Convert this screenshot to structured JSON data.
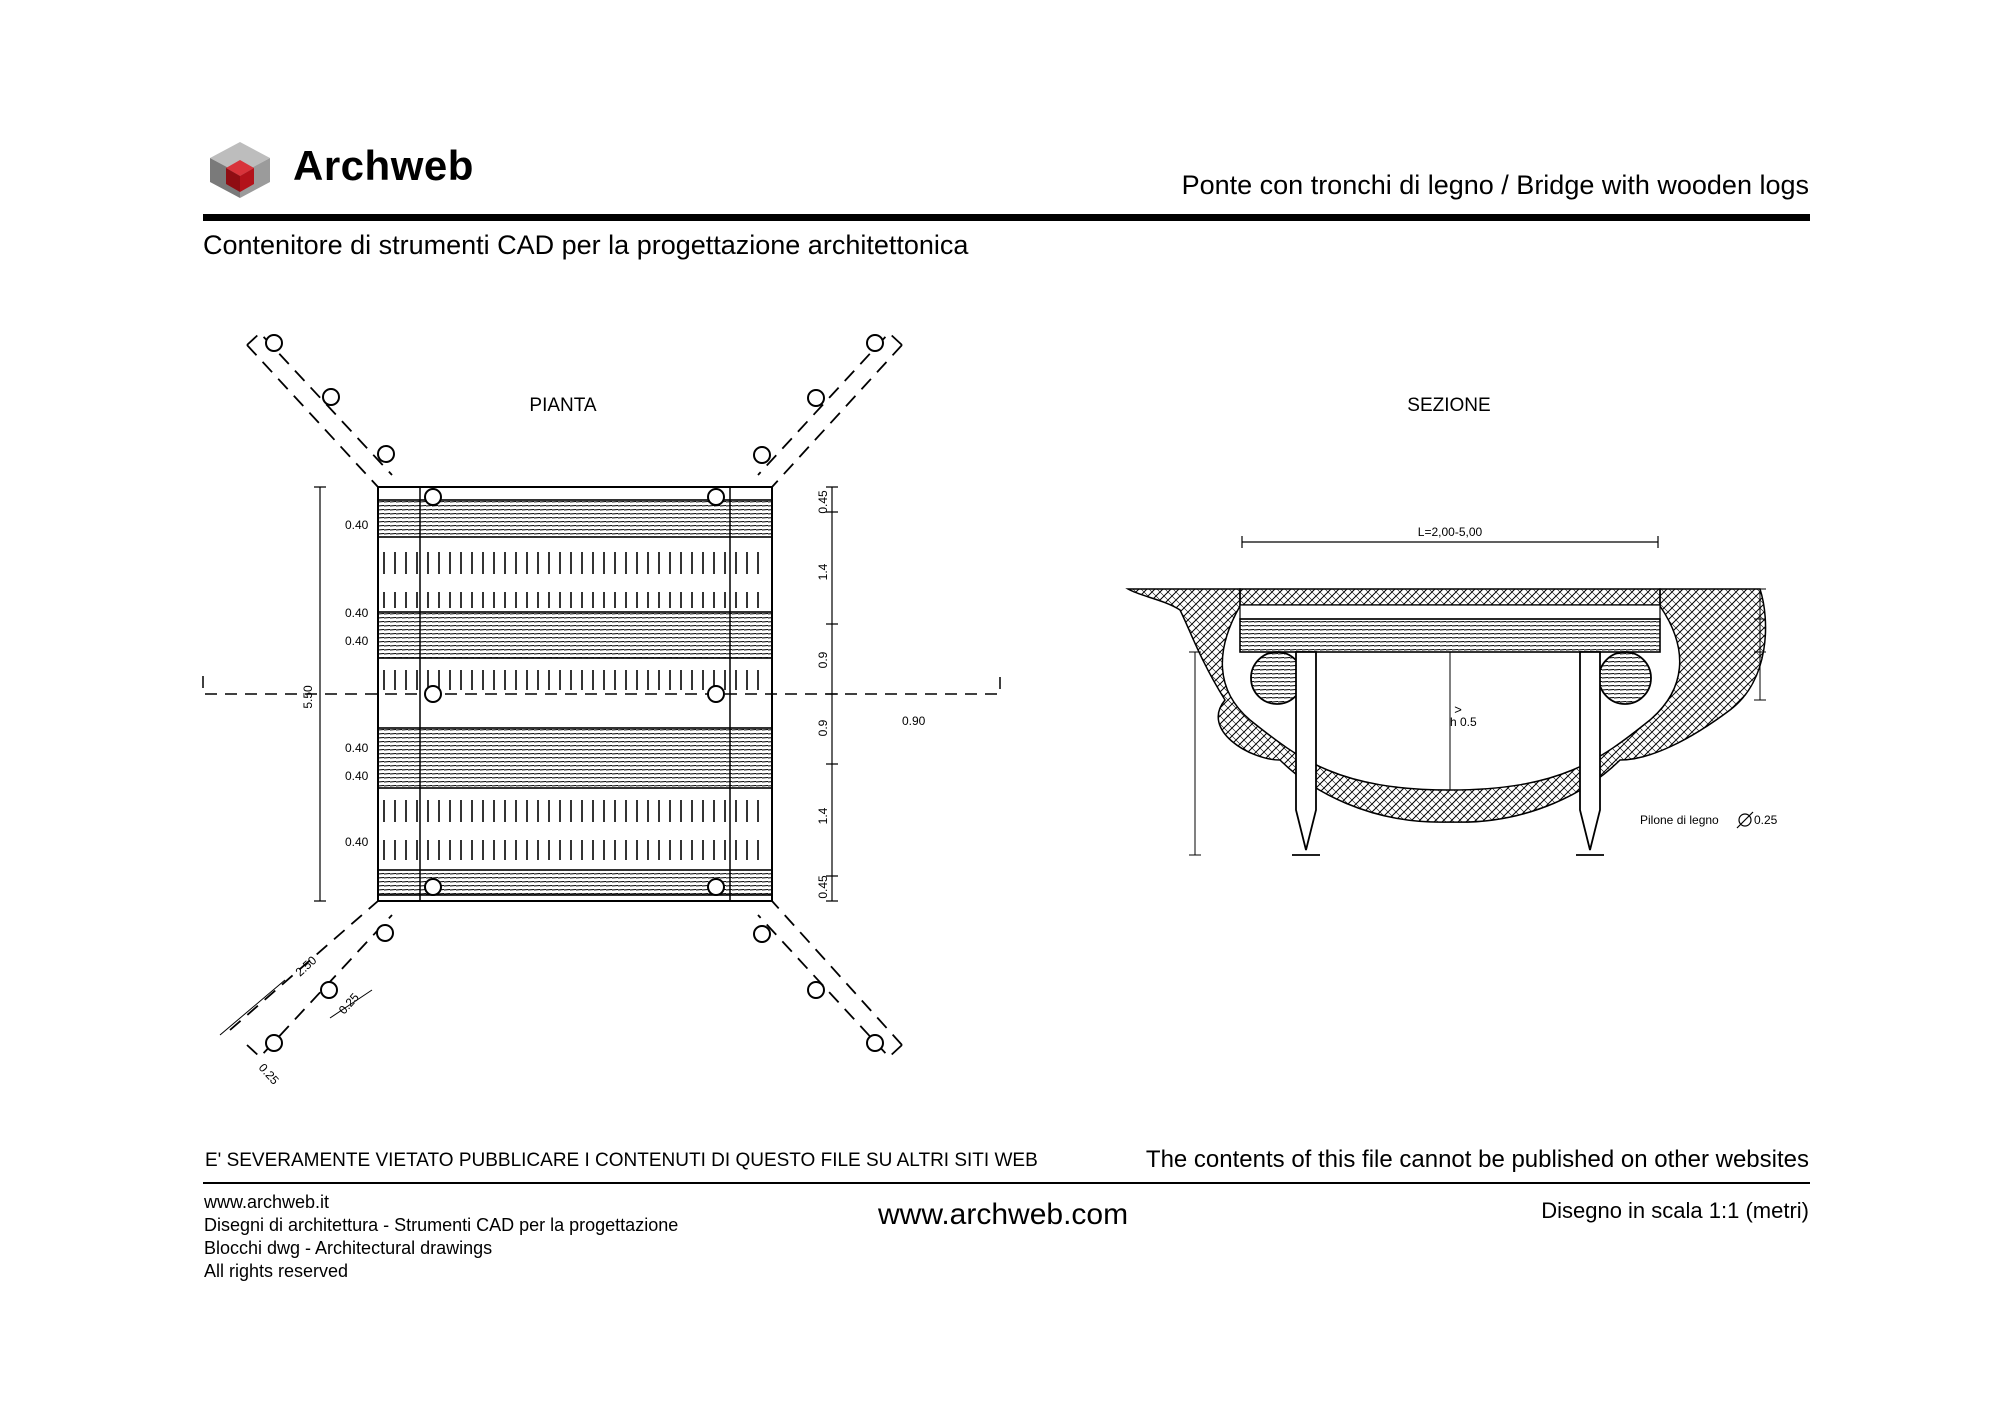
{
  "header": {
    "logo_text": "Archweb",
    "title": "Ponte con tronchi di legno  /  Bridge with wooden logs",
    "subtitle": "Contenitore di strumenti CAD per la progettazione architettonica"
  },
  "drawing": {
    "plan_label": "PIANTA",
    "section_label": "SEZIONE",
    "plan_dims": {
      "total_length": "5.50",
      "spacing_labels": [
        "0.40",
        "0.40",
        "0.40",
        "0.40",
        "0.40",
        "0.40"
      ],
      "right_dims": [
        "0.45",
        "1.4",
        "0.9",
        "0.9",
        "1.4",
        "0.45"
      ],
      "axis_dim": "0.90",
      "diag_dims": [
        "2.50",
        "0.25",
        "0.25"
      ]
    },
    "section_dims": {
      "span": "L=2,00-5,00",
      "height": "h 0.5",
      "height_symbol": ">",
      "pile_label": "Pilone di legno",
      "pile_diameter": "0.25"
    }
  },
  "footer": {
    "warning_it": "E' SEVERAMENTE VIETATO PUBBLICARE I CONTENUTI DI QUESTO FILE SU ALTRI SITI WEB",
    "warning_en": "The contents of this file cannot be published on other websites",
    "left_lines": [
      "www.archweb.it",
      "Disegni di architettura - Strumenti CAD  per la progettazione",
      "Blocchi dwg - Architectural drawings",
      "All rights reserved"
    ],
    "center_site": "www.archweb.com",
    "scale_note": "Disegno in scala 1:1 (metri)"
  },
  "colors": {
    "ink": "#000000",
    "logo_red": "#b3121a",
    "logo_grey": "#8a8a8a"
  },
  "icons": {
    "logo": "cube-logo-icon"
  }
}
